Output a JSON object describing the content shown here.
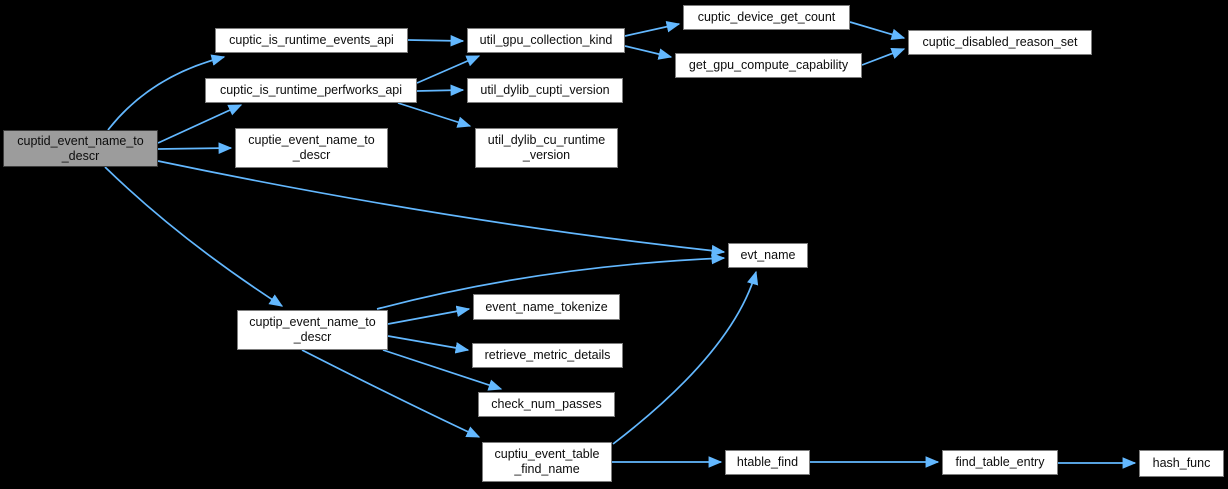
{
  "diagram": {
    "type": "call-graph",
    "colors": {
      "background": "#000000",
      "edge": "#63b8ff",
      "node_fill": "#ffffff",
      "node_border": "#7d7d7d",
      "highlight_fill": "#9c9c9c",
      "text": "#0c0c0c"
    },
    "nodes": [
      {
        "id": "cuptid_event_name_to_descr",
        "label": "cuptid_event_name_to\n_descr",
        "highlighted": true
      },
      {
        "id": "cuptic_is_runtime_events_api",
        "label": "cuptic_is_runtime_events_api",
        "highlighted": false
      },
      {
        "id": "cuptic_is_runtime_perfworks_api",
        "label": "cuptic_is_runtime_perfworks_api",
        "highlighted": false
      },
      {
        "id": "cuptie_event_name_to_descr",
        "label": "cuptie_event_name_to\n_descr",
        "highlighted": false
      },
      {
        "id": "util_gpu_collection_kind",
        "label": "util_gpu_collection_kind",
        "highlighted": false
      },
      {
        "id": "util_dylib_cupti_version",
        "label": "util_dylib_cupti_version",
        "highlighted": false
      },
      {
        "id": "util_dylib_cu_runtime_version",
        "label": "util_dylib_cu_runtime\n_version",
        "highlighted": false
      },
      {
        "id": "cuptic_device_get_count",
        "label": "cuptic_device_get_count",
        "highlighted": false
      },
      {
        "id": "get_gpu_compute_capability",
        "label": "get_gpu_compute_capability",
        "highlighted": false
      },
      {
        "id": "cuptic_disabled_reason_set",
        "label": "cuptic_disabled_reason_set",
        "highlighted": false
      },
      {
        "id": "evt_name",
        "label": "evt_name",
        "highlighted": false
      },
      {
        "id": "cuptip_event_name_to_descr",
        "label": "cuptip_event_name_to\n_descr",
        "highlighted": false
      },
      {
        "id": "event_name_tokenize",
        "label": "event_name_tokenize",
        "highlighted": false
      },
      {
        "id": "retrieve_metric_details",
        "label": "retrieve_metric_details",
        "highlighted": false
      },
      {
        "id": "check_num_passes",
        "label": "check_num_passes",
        "highlighted": false
      },
      {
        "id": "cuptiu_event_table_find_name",
        "label": "cuptiu_event_table\n_find_name",
        "highlighted": false
      },
      {
        "id": "htable_find",
        "label": "htable_find",
        "highlighted": false
      },
      {
        "id": "find_table_entry",
        "label": "find_table_entry",
        "highlighted": false
      },
      {
        "id": "hash_func",
        "label": "hash_func",
        "highlighted": false
      }
    ],
    "edges": [
      {
        "from": "cuptid_event_name_to_descr",
        "to": "cuptic_is_runtime_events_api"
      },
      {
        "from": "cuptid_event_name_to_descr",
        "to": "cuptic_is_runtime_perfworks_api"
      },
      {
        "from": "cuptid_event_name_to_descr",
        "to": "cuptie_event_name_to_descr"
      },
      {
        "from": "cuptid_event_name_to_descr",
        "to": "evt_name"
      },
      {
        "from": "cuptid_event_name_to_descr",
        "to": "cuptip_event_name_to_descr"
      },
      {
        "from": "cuptic_is_runtime_events_api",
        "to": "util_gpu_collection_kind"
      },
      {
        "from": "cuptic_is_runtime_perfworks_api",
        "to": "util_gpu_collection_kind"
      },
      {
        "from": "cuptic_is_runtime_perfworks_api",
        "to": "util_dylib_cupti_version"
      },
      {
        "from": "cuptic_is_runtime_perfworks_api",
        "to": "util_dylib_cu_runtime_version"
      },
      {
        "from": "util_gpu_collection_kind",
        "to": "cuptic_device_get_count"
      },
      {
        "from": "util_gpu_collection_kind",
        "to": "get_gpu_compute_capability"
      },
      {
        "from": "cuptic_device_get_count",
        "to": "cuptic_disabled_reason_set"
      },
      {
        "from": "get_gpu_compute_capability",
        "to": "cuptic_disabled_reason_set"
      },
      {
        "from": "cuptip_event_name_to_descr",
        "to": "evt_name"
      },
      {
        "from": "cuptip_event_name_to_descr",
        "to": "event_name_tokenize"
      },
      {
        "from": "cuptip_event_name_to_descr",
        "to": "retrieve_metric_details"
      },
      {
        "from": "cuptip_event_name_to_descr",
        "to": "check_num_passes"
      },
      {
        "from": "cuptip_event_name_to_descr",
        "to": "cuptiu_event_table_find_name"
      },
      {
        "from": "cuptiu_event_table_find_name",
        "to": "evt_name"
      },
      {
        "from": "cuptiu_event_table_find_name",
        "to": "htable_find"
      },
      {
        "from": "htable_find",
        "to": "find_table_entry"
      },
      {
        "from": "find_table_entry",
        "to": "hash_func"
      }
    ]
  }
}
